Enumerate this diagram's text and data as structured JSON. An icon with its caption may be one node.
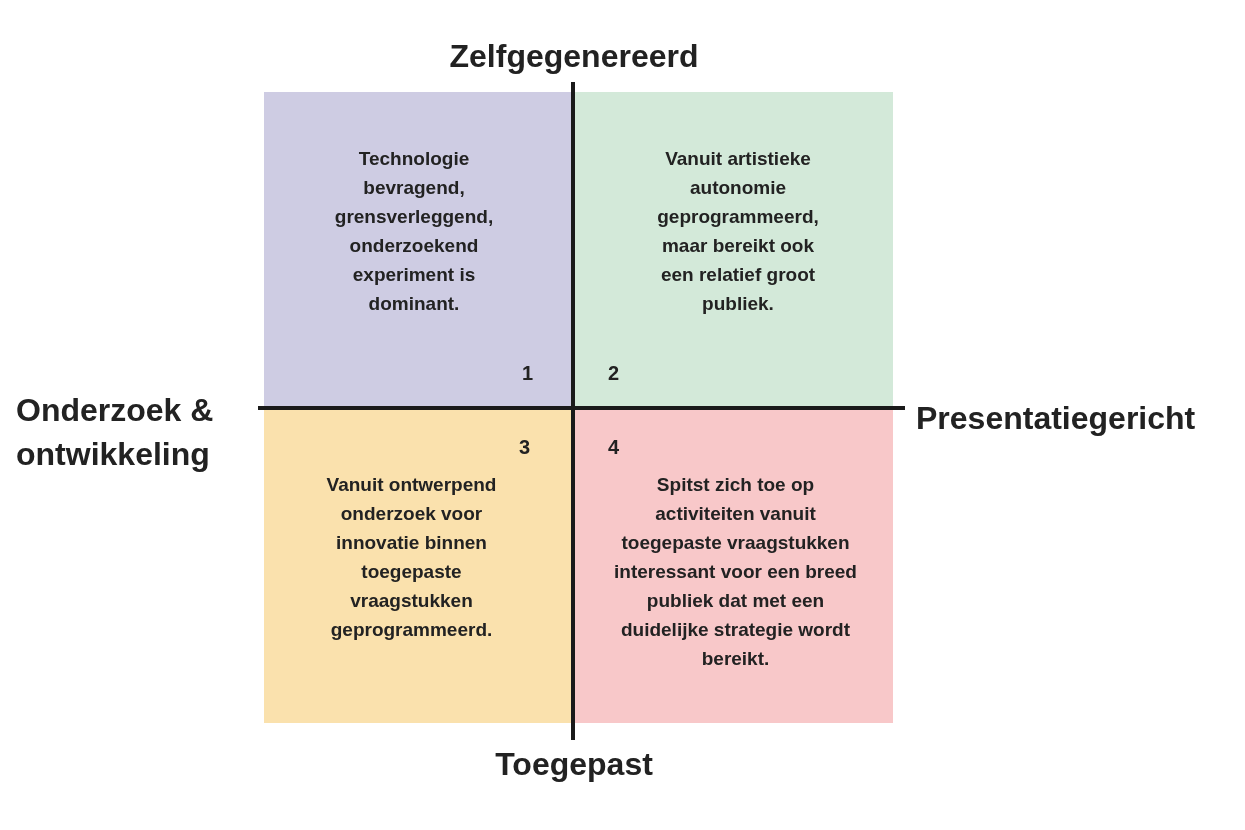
{
  "diagram": {
    "nodes": [
      {
        "text": [
          "Technologie bevragend, grensverleggend, onderzoekend experiment is dominant.",
          "1"
        ]
      },
      {
        "text": [
          "Vanuit artistieke autonomie geprogrammeerd, maar bereikt ook een relatief groot publiek.",
          "2"
        ]
      },
      {
        "text": [
          "3",
          "Vanuit ontwerpend onderzoek voor innovatie binnen toegepaste vraagstukken geprogrammeerd."
        ]
      },
      {
        "text": [
          "4",
          "Spitst zich toe op activiteiten vanuit toegepaste vraagstukken interessant voor een breed publiek dat met een duidelijke strategie wordt bereikt."
        ]
      }
    ],
    "labels": [
      "Zelfgegenereerd",
      "Onderzoek & ontwikkeling",
      "Presentatiegericht",
      "Toegepast"
    ]
  }
}
